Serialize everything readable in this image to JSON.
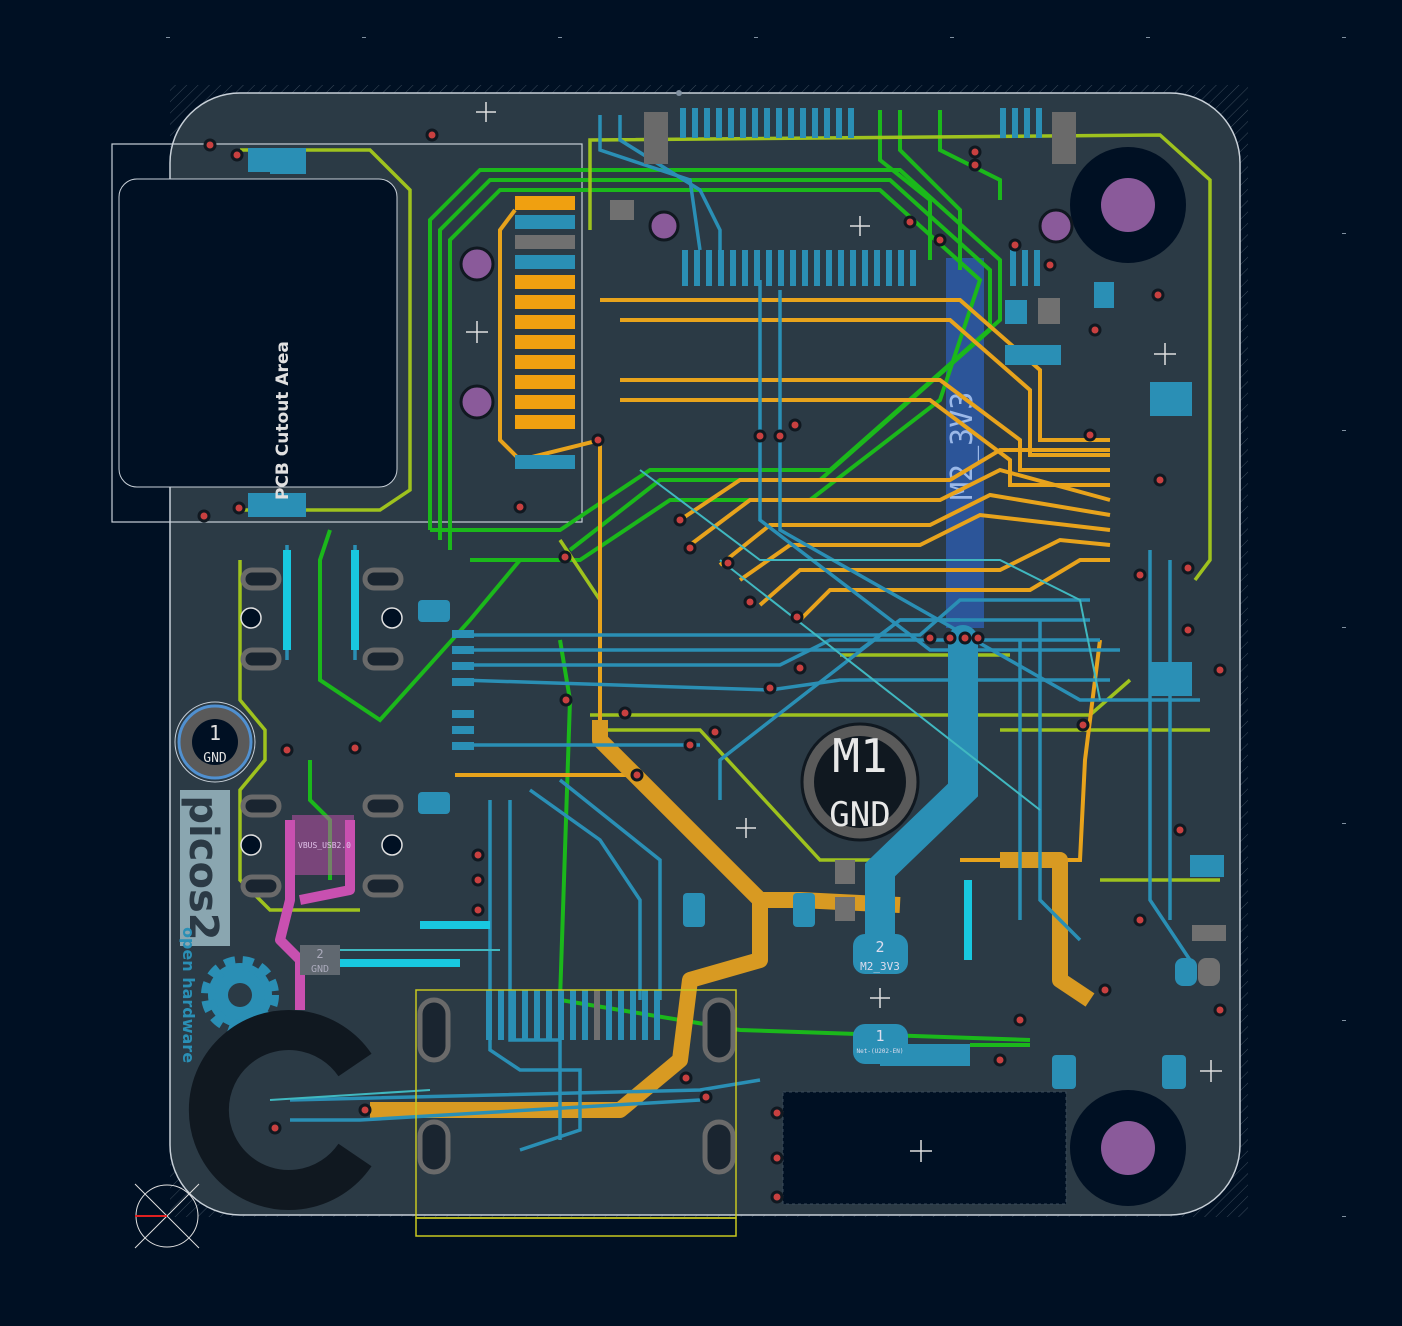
{
  "canvas": {
    "title": "PCB layout editor canvas"
  },
  "colors": {
    "background": "#001023",
    "board": "#2b3a45",
    "front_copper": "#e8a31c",
    "back_copper": "#2a8fb5",
    "inner_green": "#1bb81b",
    "inner_lime": "#9ec21e",
    "cyan": "#18c8e0",
    "magenta": "#c850b0",
    "via": "#c84040",
    "hole": "#8a5a9a"
  },
  "labels": {
    "cutout": "PCB Cutout Area",
    "zone_3v3": "M2_3V3",
    "m1_ref": "M1",
    "m1_net": "GND",
    "tp_gnd_num": "1",
    "tp_gnd_net": "GND",
    "pad2_num": "2",
    "pad2_net": "M2_3V3",
    "pad1_num": "1",
    "pad1_net": "Net-(U202-EN)",
    "logo_text": "picos2",
    "oshw_text": "open hardware",
    "vbus_net": "VBUS_USB2.0",
    "small_pad_num": "2",
    "small_pad_net": "GND"
  }
}
